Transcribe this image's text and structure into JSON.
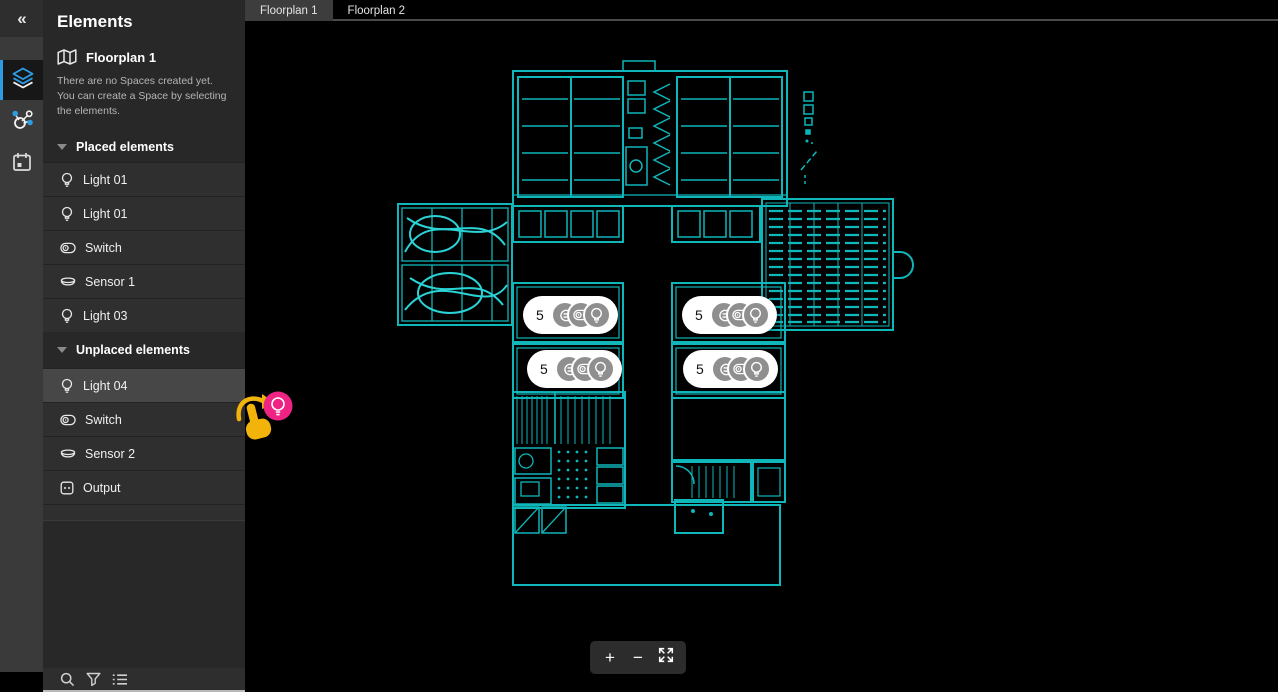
{
  "colors": {
    "accent_blue": "#2e9ce3",
    "floorplan_teal": "#0fb6ba",
    "drag_pink": "#ee2383",
    "drag_yellow": "#f2b40a",
    "badge_circle_gray": "#8f8f8f"
  },
  "rail": {
    "collapse_label": "«",
    "items": [
      {
        "id": "spaces",
        "icon": "layers-icon",
        "active": true
      },
      {
        "id": "connections",
        "icon": "nodes-icon",
        "active": false
      },
      {
        "id": "schedule",
        "icon": "calendar-icon",
        "active": false
      }
    ]
  },
  "panel": {
    "title": "Elements",
    "floorplan_label": "Floorplan 1",
    "empty_hint": "There are no Spaces created yet. You can create a Space by selecting the elements.",
    "sections": [
      {
        "label": "Placed elements",
        "items": [
          {
            "type": "light",
            "label": "Light 01"
          },
          {
            "type": "light",
            "label": "Light 01"
          },
          {
            "type": "switch",
            "label": "Switch"
          },
          {
            "type": "sensor",
            "label": "Sensor 1"
          },
          {
            "type": "light",
            "label": "Light 03"
          }
        ]
      },
      {
        "label": "Unplaced elements",
        "items": [
          {
            "type": "light",
            "label": "Light 04",
            "highlighted": true
          },
          {
            "type": "switch",
            "label": "Switch"
          },
          {
            "type": "sensor",
            "label": "Sensor 2"
          },
          {
            "type": "output",
            "label": "Output"
          }
        ]
      }
    ]
  },
  "tabs": [
    {
      "label": "Floorplan 1",
      "active": true
    },
    {
      "label": "Floorplan 2",
      "active": false
    }
  ],
  "canvas": {
    "clusters": [
      {
        "count": "5",
        "icons": [
          "sensor",
          "switch",
          "light"
        ]
      },
      {
        "count": "5",
        "icons": [
          "sensor",
          "switch",
          "light"
        ]
      },
      {
        "count": "5",
        "icons": [
          "sensor",
          "switch",
          "light"
        ]
      },
      {
        "count": "5",
        "icons": [
          "sensor",
          "switch",
          "light"
        ]
      }
    ],
    "zoom_controls": {
      "zoom_in_label": "+",
      "zoom_out_label": "−"
    }
  }
}
